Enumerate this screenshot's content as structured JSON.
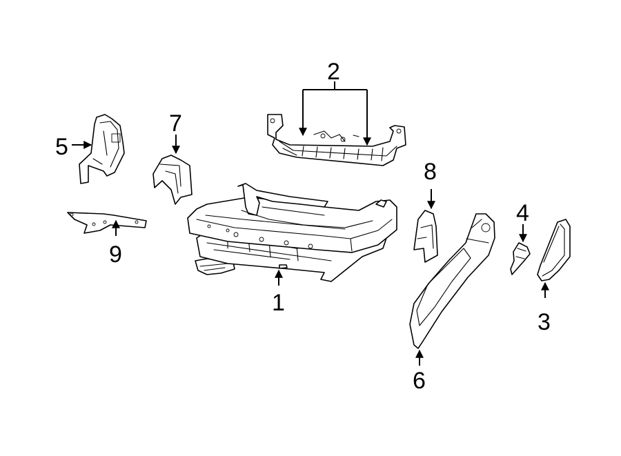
{
  "diagram": {
    "callouts": [
      {
        "id": "1",
        "label": "1"
      },
      {
        "id": "2",
        "label": "2"
      },
      {
        "id": "3",
        "label": "3"
      },
      {
        "id": "4",
        "label": "4"
      },
      {
        "id": "5",
        "label": "5"
      },
      {
        "id": "6",
        "label": "6"
      },
      {
        "id": "7",
        "label": "7"
      },
      {
        "id": "8",
        "label": "8"
      },
      {
        "id": "9",
        "label": "9"
      }
    ],
    "colors": {
      "line": "#000000",
      "background": "#ffffff"
    }
  }
}
